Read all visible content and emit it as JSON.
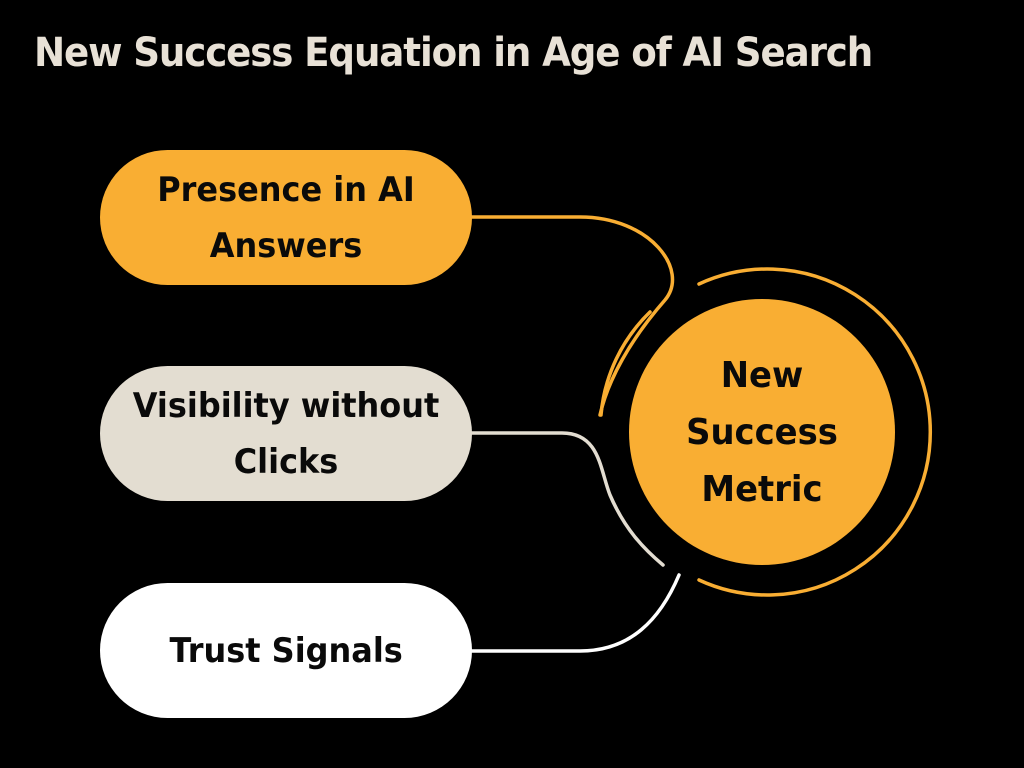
{
  "title": "New Success Equation in Age of AI Search",
  "center": {
    "label": "New Success Metric"
  },
  "factors": [
    {
      "label": "Presence in AI Answers",
      "color": "#F9AE33"
    },
    {
      "label": "Visibility without Clicks",
      "color": "#E3DDD1"
    },
    {
      "label": "Trust Signals",
      "color": "#FFFFFF"
    }
  ],
  "colors": {
    "background": "#000000",
    "accent": "#F9AE33",
    "title": "#E8E1D6"
  }
}
